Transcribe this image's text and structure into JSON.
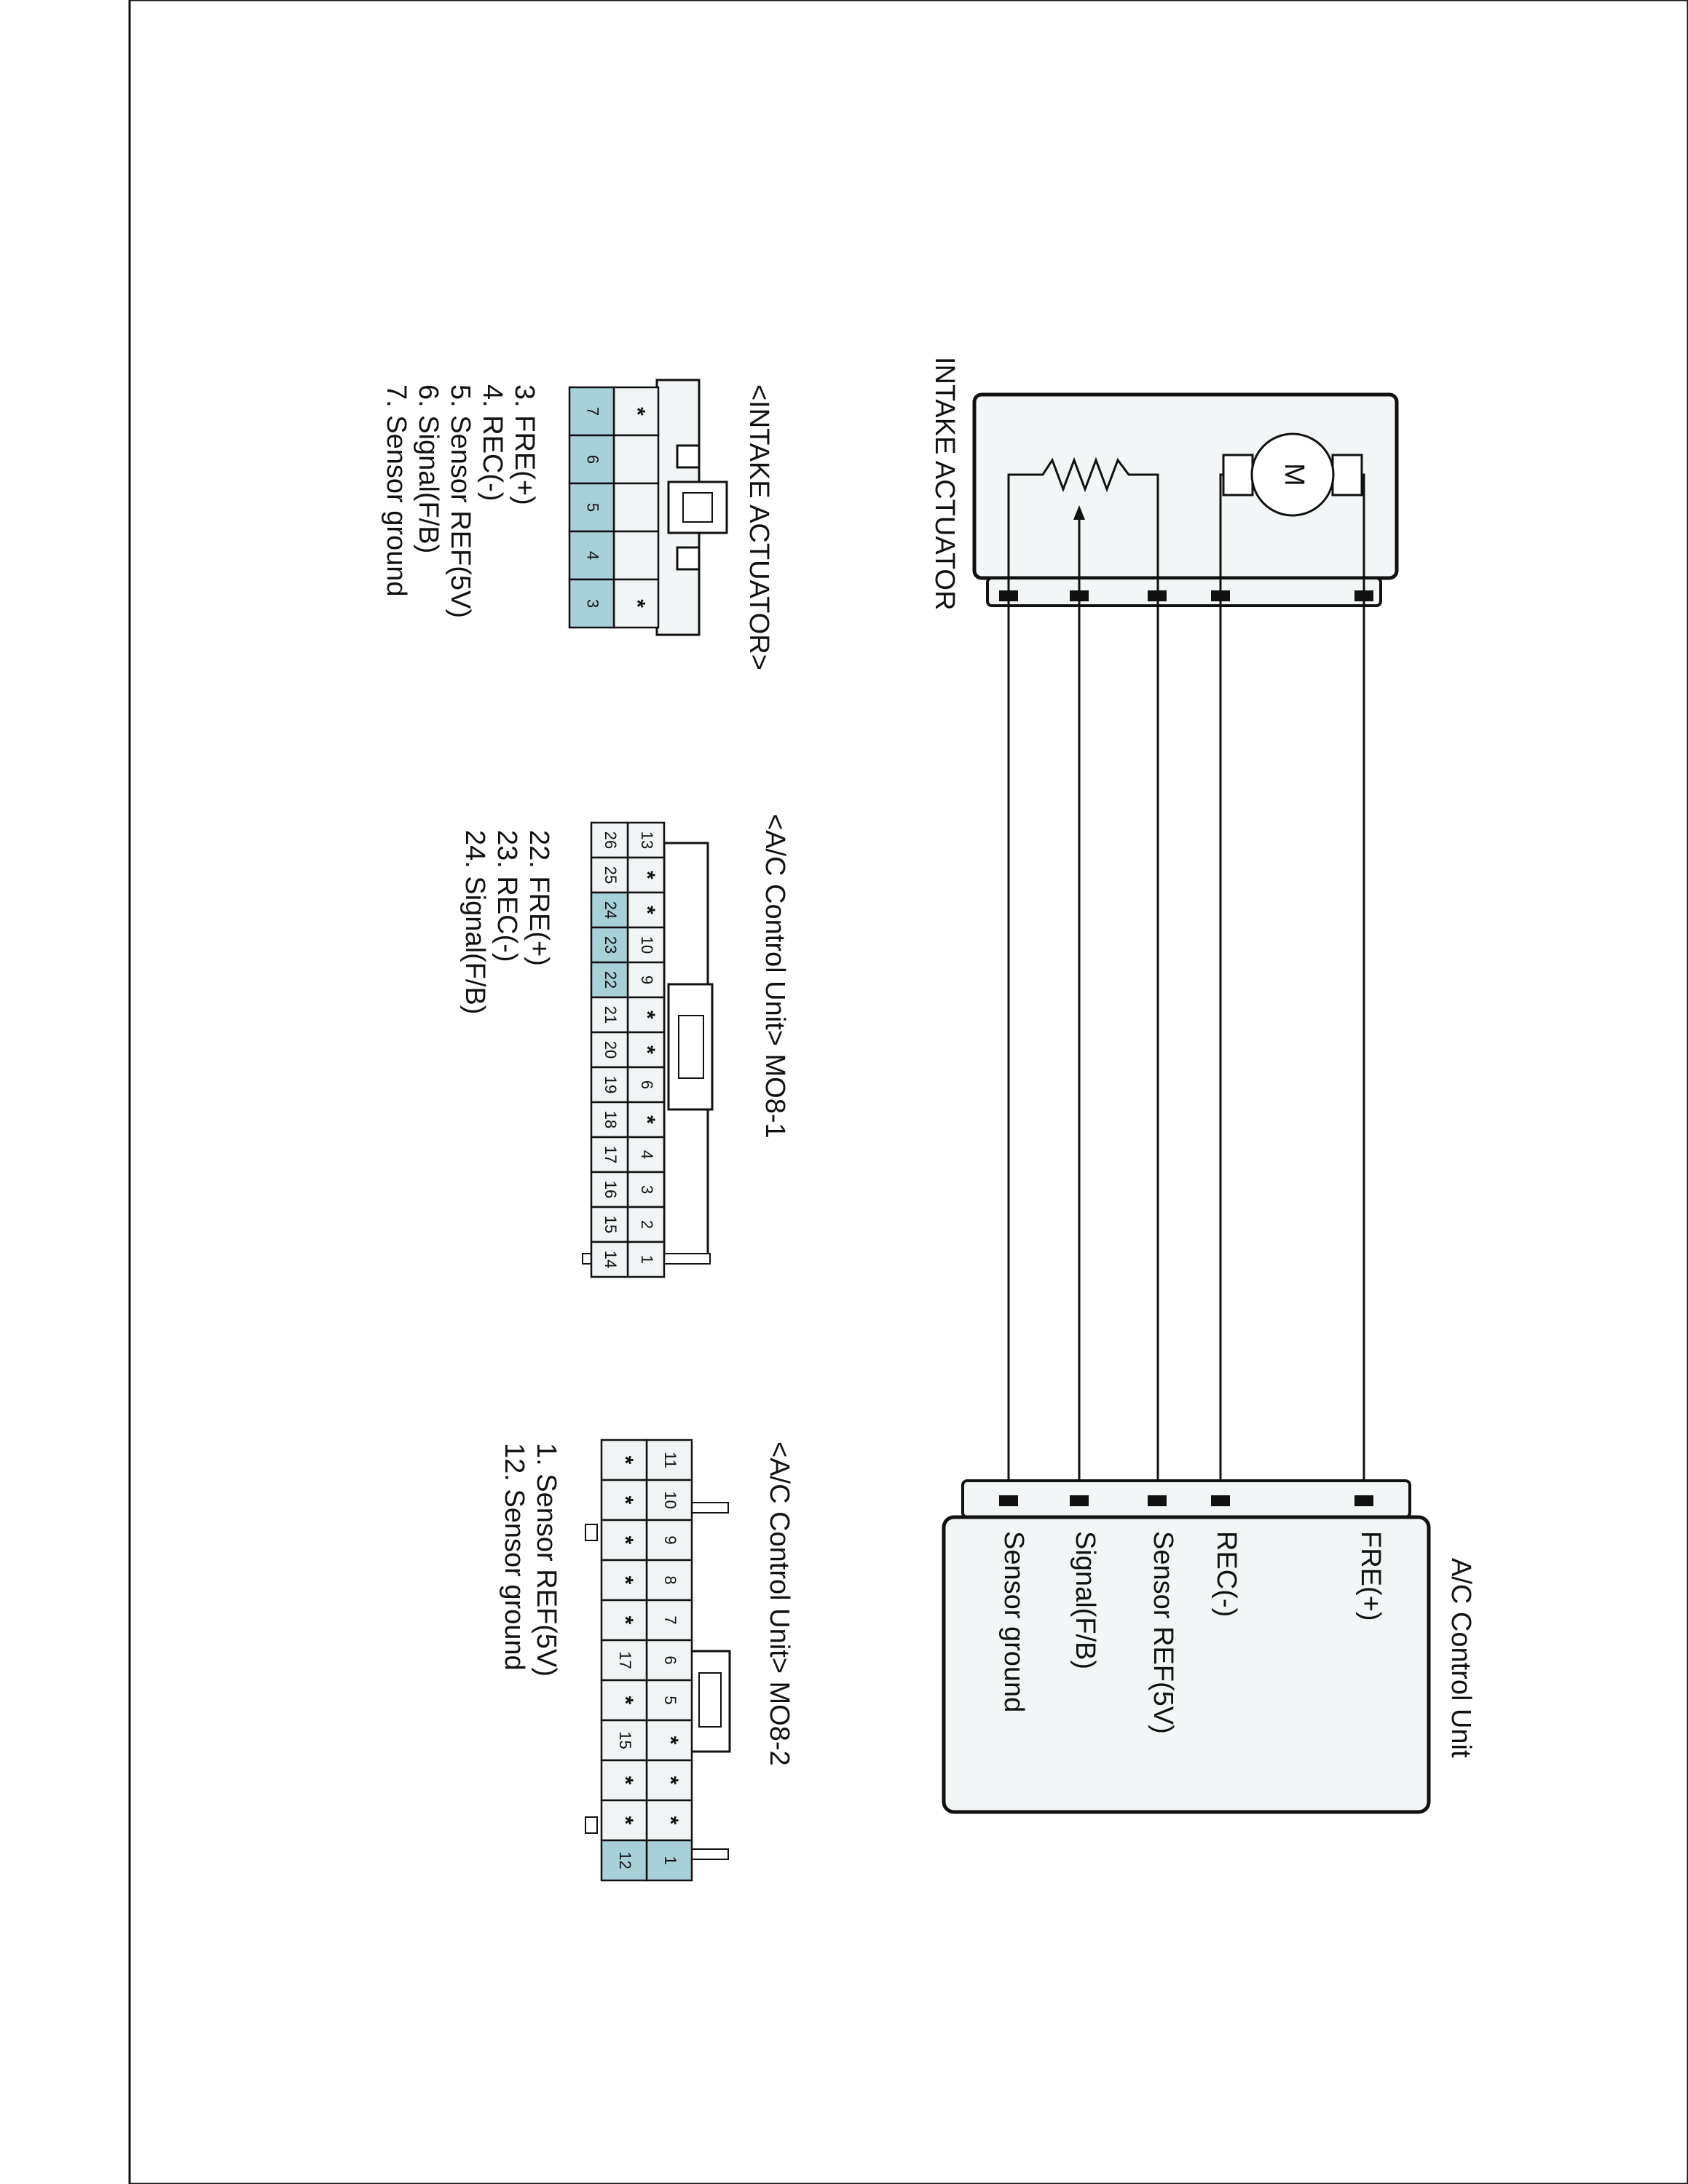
{
  "actuator": {
    "title": "INTAKE ACTUATOR",
    "motor_symbol": "M"
  },
  "control_unit": {
    "title": "A/C Control Unit",
    "terminals": [
      "FRE(+)",
      "REC(-)",
      "Sensor REF(5V)",
      "Signal(F/B)",
      "Sensor ground"
    ]
  },
  "connector_intake": {
    "title": "<INTAKE ACTUATOR>",
    "top_row": [
      "*",
      "",
      "",
      "",
      "*"
    ],
    "bottom_row": [
      "7",
      "6",
      "5",
      "4",
      "3"
    ],
    "highlighted": [
      "7",
      "6",
      "5",
      "4",
      "3"
    ],
    "legend": [
      "3. FRE(+)",
      "4. REC(-)",
      "5. Sensor REF(5V)",
      "6. Signal(F/B)",
      "7. Sensor ground"
    ]
  },
  "connector_m08_1": {
    "title": "<A/C Control Unit> MO8-1",
    "top_row": [
      "13",
      "*",
      "*",
      "10",
      "9",
      "*",
      "*",
      "6",
      "*",
      "4",
      "3",
      "2",
      "1"
    ],
    "bottom_row": [
      "26",
      "25",
      "24",
      "23",
      "22",
      "21",
      "20",
      "19",
      "18",
      "17",
      "16",
      "15",
      "14"
    ],
    "highlighted": [
      "24",
      "23",
      "22"
    ],
    "legend": [
      "22. FRE(+)",
      "23. REC(-)",
      "24. Signal(F/B)"
    ]
  },
  "connector_m08_2": {
    "title": "<A/C Control Unit> MO8-2",
    "top_row": [
      "11",
      "10",
      "9",
      "8",
      "7",
      "6",
      "5",
      "*",
      "*",
      "*",
      "1"
    ],
    "bottom_row": [
      "*",
      "*",
      "*",
      "*",
      "*",
      "17",
      "*",
      "15",
      "*",
      "*",
      "12"
    ],
    "highlighted": [
      "1",
      "12"
    ],
    "legend": [
      "1. Sensor REF(5V)",
      "12. Sensor ground"
    ]
  },
  "colors": {
    "line": "#111111",
    "box_fill": "#f3f6f7",
    "pin_highlight": "#a8d0d8",
    "pin_fill": "#f0f4f5"
  }
}
